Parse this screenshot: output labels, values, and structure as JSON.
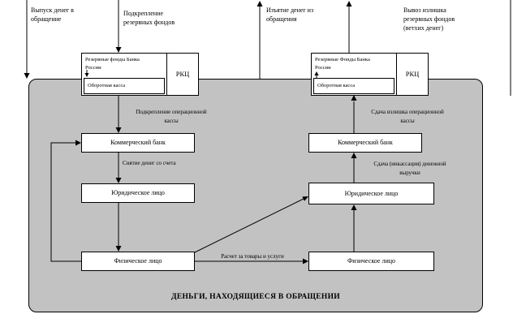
{
  "diagram": {
    "top_labels": {
      "issue": "Выпуск денег в\nобращение",
      "reserve_reinforcement": "Подкрепление\nрезервных фондов",
      "withdrawal": "Изъятие денег из\nобращения",
      "export_excess": "Вывоз излишка\nрезервных фондов\n(ветхих денег)"
    },
    "rkc_left": {
      "reserve_funds": "Резервные фонды Банка\nРоссии",
      "working_cash": "Оборотная касса",
      "title": "РКЦ"
    },
    "rkc_right": {
      "reserve_funds": "Резервные Фонды Банка\nРоссии",
      "working_cash": "Оборотная касса",
      "title": "РКЦ"
    },
    "left_chain": {
      "reinforce_label": "Подкрепление операционной\nкассы",
      "bank": "Коммерческий банк",
      "withdraw_label": "Снятие денег со счета",
      "legal_entity": "Юридическое лицо",
      "individual": "Физическое лицо"
    },
    "right_chain": {
      "surrender_label": "Сдача излишка операционной\nкассы",
      "bank": "Коммерческий банк",
      "collection_label": "Сдача (инкассация) денежной\nвыручки",
      "legal_entity": "Юридическое лицо",
      "individual": "Физическое лицо"
    },
    "payment_label": "Расчет за товары и услуги",
    "footer": "ДЕНЬГИ, НАХОДЯЩИЕСЯ В ОБРАЩЕНИИ",
    "colors": {
      "circulation_bg": "#c2c2c2",
      "line": "#000000"
    }
  }
}
